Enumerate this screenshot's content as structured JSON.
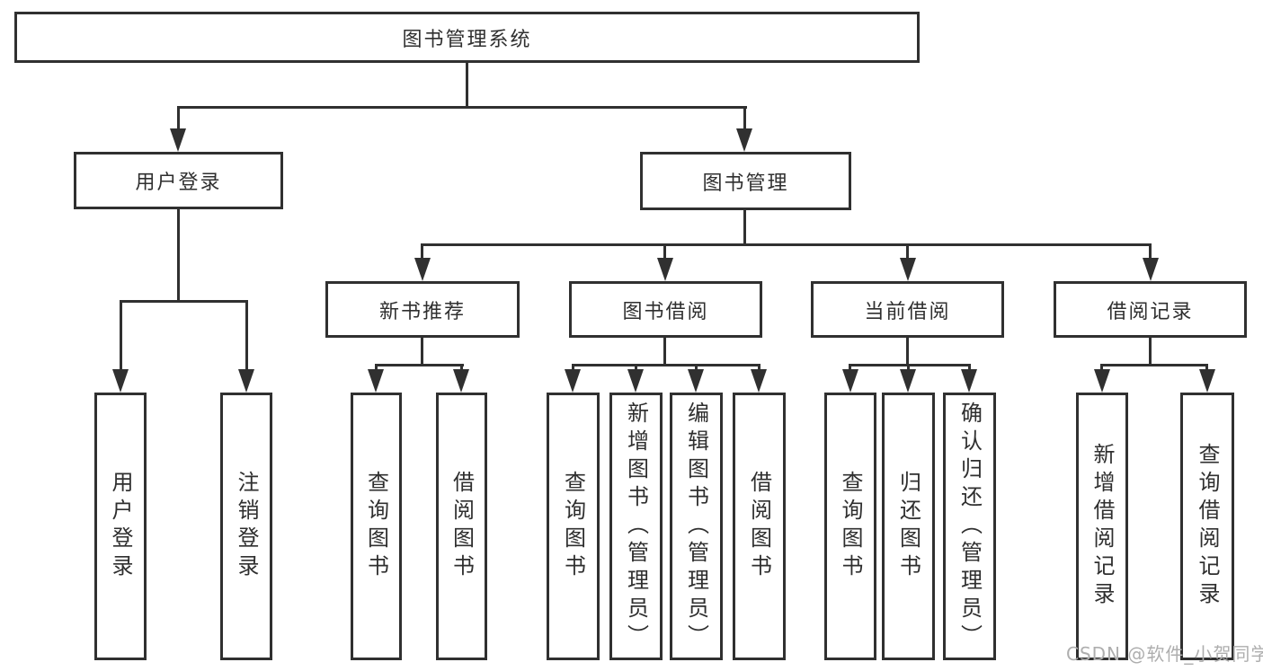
{
  "diagram": {
    "title": "图书管理系统",
    "nodes": {
      "root": "图书管理系统",
      "level1": [
        "用户登录",
        "图书管理"
      ],
      "level2": [
        "新书推荐",
        "图书借阅",
        "当前借阅",
        "借阅记录"
      ],
      "user_leaves": [
        "用户登录",
        "注销登录"
      ],
      "recommend_leaves": [
        "查询图书",
        "借阅图书"
      ],
      "borrow_leaves": [
        "查询图书",
        "新增图书（管理员）",
        "编辑图书（管理员）",
        "借阅图书"
      ],
      "current_leaves": [
        "查询图书",
        "归还图书",
        "确认归还（管理员）"
      ],
      "record_leaves": [
        "新增借阅记录",
        "查询借阅记录"
      ]
    },
    "colors": {
      "line": "#303030",
      "text": "#2f2f2f",
      "background": "#ffffff",
      "watermark": "#aeaeae"
    }
  },
  "watermark": {
    "text": "CSDN @软件_小贺同学"
  }
}
